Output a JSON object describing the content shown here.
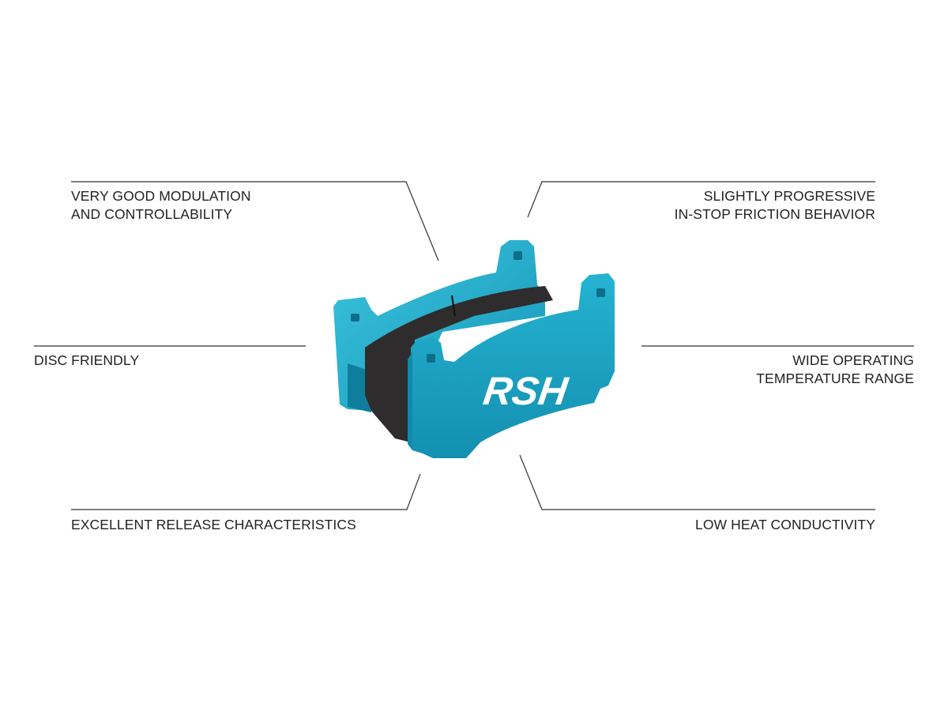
{
  "product": {
    "logo_text": "RSH",
    "color": "#1ba9c9",
    "friction_color": "#2e2c2c"
  },
  "features": {
    "top_left": [
      "VERY GOOD MODULATION",
      "AND CONTROLLABILITY"
    ],
    "top_right": [
      "SLIGHTLY PROGRESSIVE",
      "IN-STOP FRICTION BEHAVIOR"
    ],
    "mid_left": [
      "DISC FRIENDLY"
    ],
    "mid_right": [
      "WIDE OPERATING",
      "TEMPERATURE RANGE"
    ],
    "bottom_left": [
      "EXCELLENT RELEASE CHARACTERISTICS"
    ],
    "bottom_right": [
      "LOW HEAT CONDUCTIVITY"
    ]
  }
}
